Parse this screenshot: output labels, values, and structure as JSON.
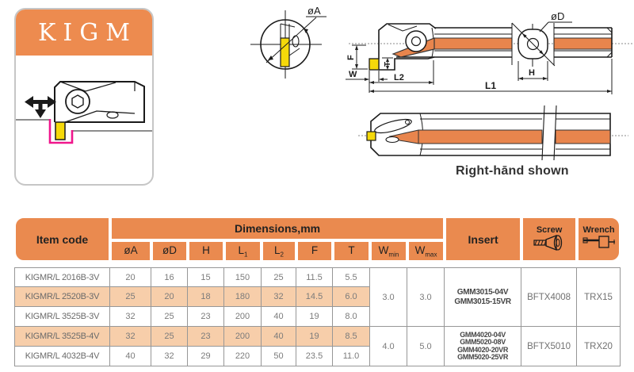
{
  "colors": {
    "header_orange": "#EA8A4F",
    "row_peach": "#F7CEAA",
    "accent_magenta": "#F0168C",
    "insert_yellow": "#F5D90A",
    "stripe_orange": "#E8854D"
  },
  "panel": {
    "title": "KIGM"
  },
  "diagram": {
    "labels": {
      "oa": "øA",
      "od": "øD",
      "f": "F",
      "t": "T",
      "w": "W",
      "l2": "L2",
      "l1": "L1",
      "h": "H"
    },
    "caption": "Right-hānd shown"
  },
  "table": {
    "header": {
      "item_code": "Item code",
      "dimensions": "Dimensions,mm",
      "insert": "Insert",
      "screw": "Screw",
      "wrench": "Wrench"
    },
    "dim_headers": [
      {
        "b": "øA",
        "s": ""
      },
      {
        "b": "øD",
        "s": ""
      },
      {
        "b": "H",
        "s": ""
      },
      {
        "b": "L",
        "s": "1"
      },
      {
        "b": "L",
        "s": "2"
      },
      {
        "b": "F",
        "s": ""
      },
      {
        "b": "T",
        "s": ""
      },
      {
        "b": "W",
        "s": "min"
      },
      {
        "b": "W",
        "s": "max"
      }
    ],
    "rows": [
      {
        "code": "KIGMR/L 2016B-3V",
        "dims": [
          "20",
          "16",
          "15",
          "150",
          "25",
          "11.5",
          "5.5"
        ]
      },
      {
        "code": "KIGMR/L 2520B-3V",
        "dims": [
          "25",
          "20",
          "18",
          "180",
          "32",
          "14.5",
          "6.0"
        ]
      },
      {
        "code": "KIGMR/L 3525B-3V",
        "dims": [
          "32",
          "25",
          "23",
          "200",
          "40",
          "19",
          "8.0"
        ]
      },
      {
        "code": "KIGMR/L 3525B-4V",
        "dims": [
          "32",
          "25",
          "23",
          "200",
          "40",
          "19",
          "8.5"
        ]
      },
      {
        "code": "KIGMR/L 4032B-4V",
        "dims": [
          "40",
          "32",
          "29",
          "220",
          "50",
          "23.5",
          "11.0"
        ]
      }
    ],
    "groups": [
      {
        "wmin": "3.0",
        "wmax": "3.0",
        "inserts": [
          "GMM3015-04V",
          "GMM3015-15VR"
        ],
        "screw": "BFTX4008",
        "wrench": "TRX15"
      },
      {
        "wmin": "4.0",
        "wmax": "5.0",
        "inserts": [
          "GMM4020-04V",
          "GMM5020-08V",
          "GMM4020-20VR",
          "GMM5020-25VR"
        ],
        "screw": "BFTX5010",
        "wrench": "TRX20"
      }
    ]
  }
}
